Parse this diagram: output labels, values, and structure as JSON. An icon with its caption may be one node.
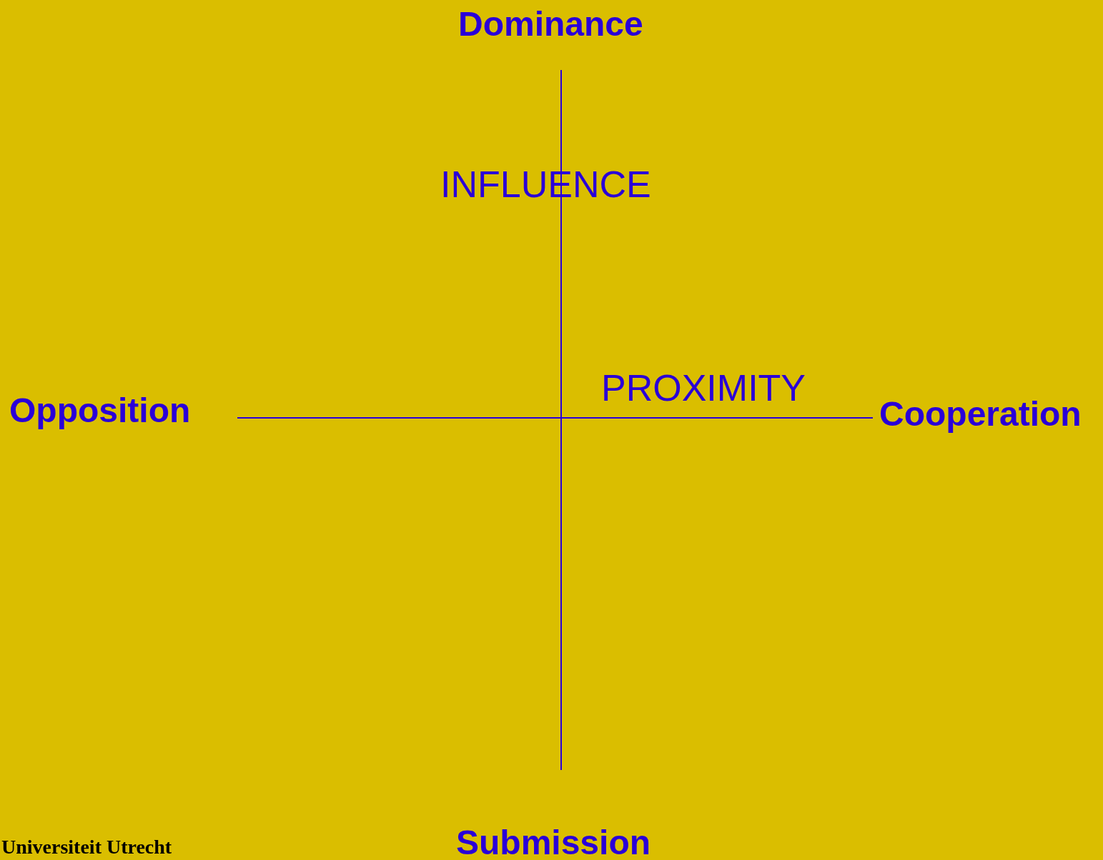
{
  "diagram": {
    "labels": [
      "Dominance",
      "INFLUENCE",
      "Opposition",
      "PROXIMITY",
      "Cooperation",
      "Submission",
      "Universiteit Utrecht"
    ]
  }
}
